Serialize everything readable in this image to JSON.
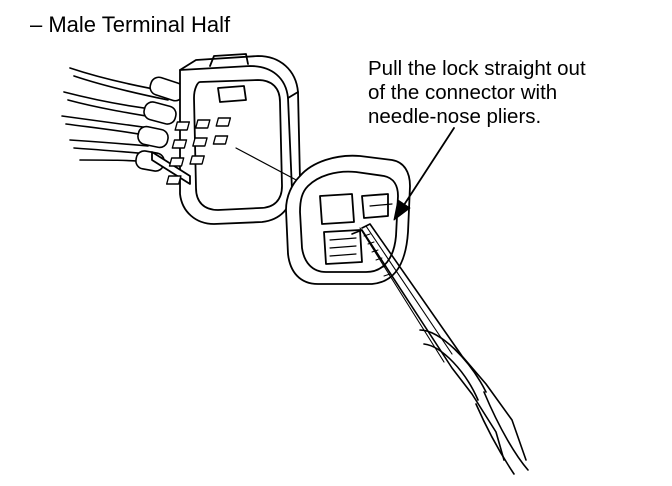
{
  "diagram": {
    "title": "– Male Terminal Half",
    "callout_lines": [
      "Pull the lock straight out",
      "of the connector with",
      "needle-nose pliers."
    ]
  }
}
